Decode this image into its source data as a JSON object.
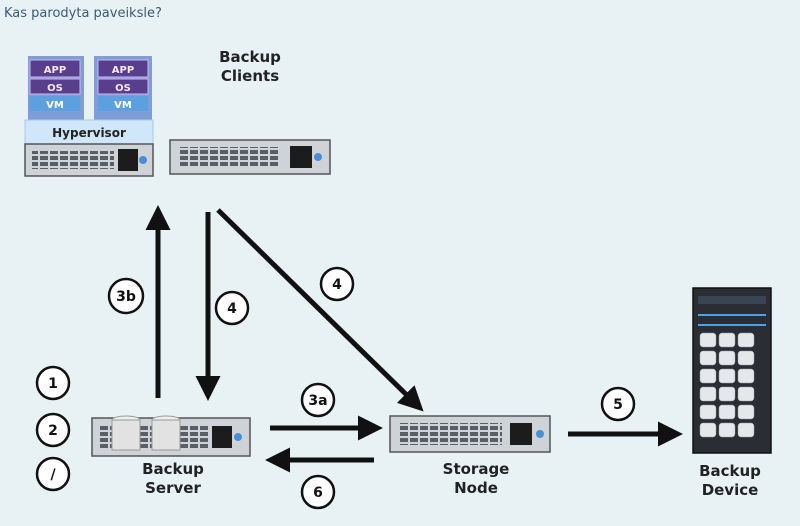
{
  "caption": "Kas parodyta paveiksle?",
  "vm": {
    "app": "APP",
    "os": "OS",
    "vm1": "VM",
    "vm2": "VM"
  },
  "hypervisor": "Hypervisor",
  "labels": {
    "clients_line1": "Backup",
    "clients_line2": "Clients",
    "server_line1": "Backup",
    "server_line2": "Server",
    "storage_line1": "Storage",
    "storage_line2": "Node",
    "device_line1": "Backup",
    "device_line2": "Device"
  },
  "steps": {
    "s3b": "3b",
    "s4a": "4",
    "s4b": "4",
    "s3a": "3a",
    "s5": "5",
    "s6": "6",
    "s1": "1",
    "s2": "2",
    "s7": "/"
  },
  "colors": {
    "background": "#e8f2f5",
    "vm_purple": "#5a3e8e",
    "vm_light": "#c9b8f0",
    "vm_blue": "#5da0e0",
    "hypervisor": "#cfe6fb",
    "server_body": "#cfd2d6",
    "arrow": "#111111"
  }
}
